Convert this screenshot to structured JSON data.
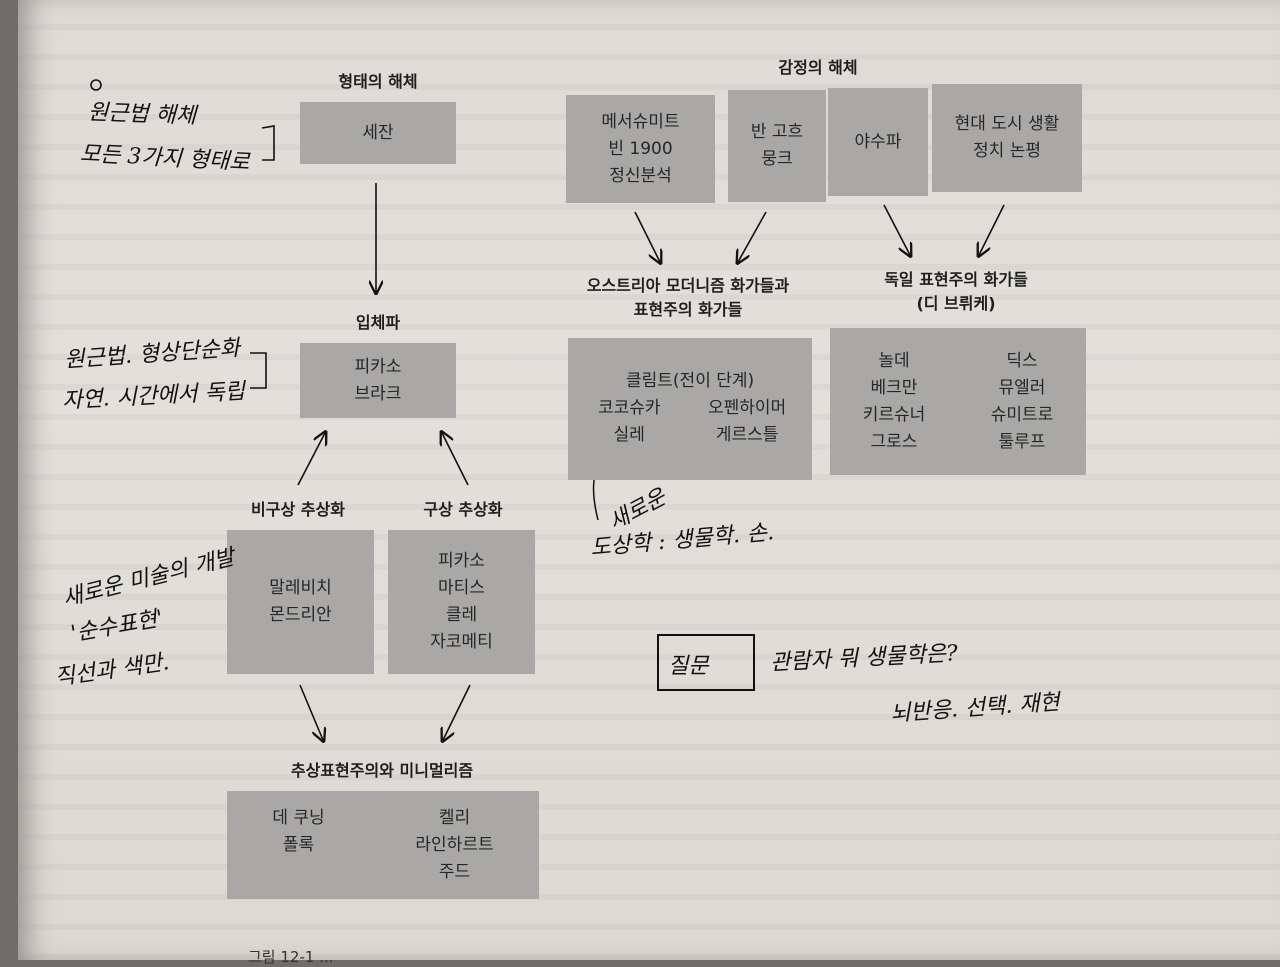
{
  "left_column": {
    "title": "형태의 해체",
    "cezanne_box": "세잔",
    "cubism_heading": "입체파",
    "cubism_box": [
      "피카소",
      "브라크"
    ],
    "nonfigurative_heading": "비구상 추상화",
    "figurative_heading": "구상 추상화",
    "nonfigurative_box": [
      "말레비치",
      "몬드리안"
    ],
    "figurative_box": [
      "피카소",
      "마티스",
      "클레",
      "자코메티"
    ],
    "abstract_heading": "추상표현주의와 미니멀리즘",
    "abstract_box_left": [
      "데 쿠닝",
      "폴록"
    ],
    "abstract_box_right": [
      "켈리",
      "라인하르트",
      "주드"
    ]
  },
  "right_column": {
    "title": "감정의 해체",
    "box_vienna": [
      "메서슈미트",
      "빈 1900",
      "정신분석"
    ],
    "box_gogh": [
      "반 고흐",
      "뭉크"
    ],
    "box_fauve": [
      "야수파"
    ],
    "box_city": [
      "현대 도시 생활",
      "정치 논평"
    ],
    "austria_heading": [
      "오스트리아 모더니즘 화가들과",
      "표현주의 화가들"
    ],
    "german_heading": [
      "독일 표현주의 화가들",
      "(디 브뤼케)"
    ],
    "austria_box": {
      "top": "클림트(전이 단계)",
      "left": [
        "코코슈카",
        "실레"
      ],
      "right": [
        "오펜하이머",
        "게르스틀"
      ]
    },
    "german_box": {
      "left": [
        "놀데",
        "베크만",
        "키르슈너",
        "그로스"
      ],
      "right": [
        "딕스",
        "뮤엘러",
        "슈미트로",
        "툴루프"
      ]
    }
  },
  "handwritten_notes": {
    "note1": [
      "원근법 해체",
      "모든 3가지 형태로"
    ],
    "note2": [
      "원근법. 형상단순화",
      "자연. 시간에서 독립"
    ],
    "note3": [
      "새로운 미술의 개발",
      "'순수표현'",
      "직선과 색만."
    ],
    "note4": [
      "새로운",
      "도상학 : 생물학. 손."
    ],
    "note5": [
      "질문",
      "관람자 뭐 생물학은?",
      "뇌반응. 선택. 재현"
    ]
  },
  "caption": "그림 12-1 ..."
}
